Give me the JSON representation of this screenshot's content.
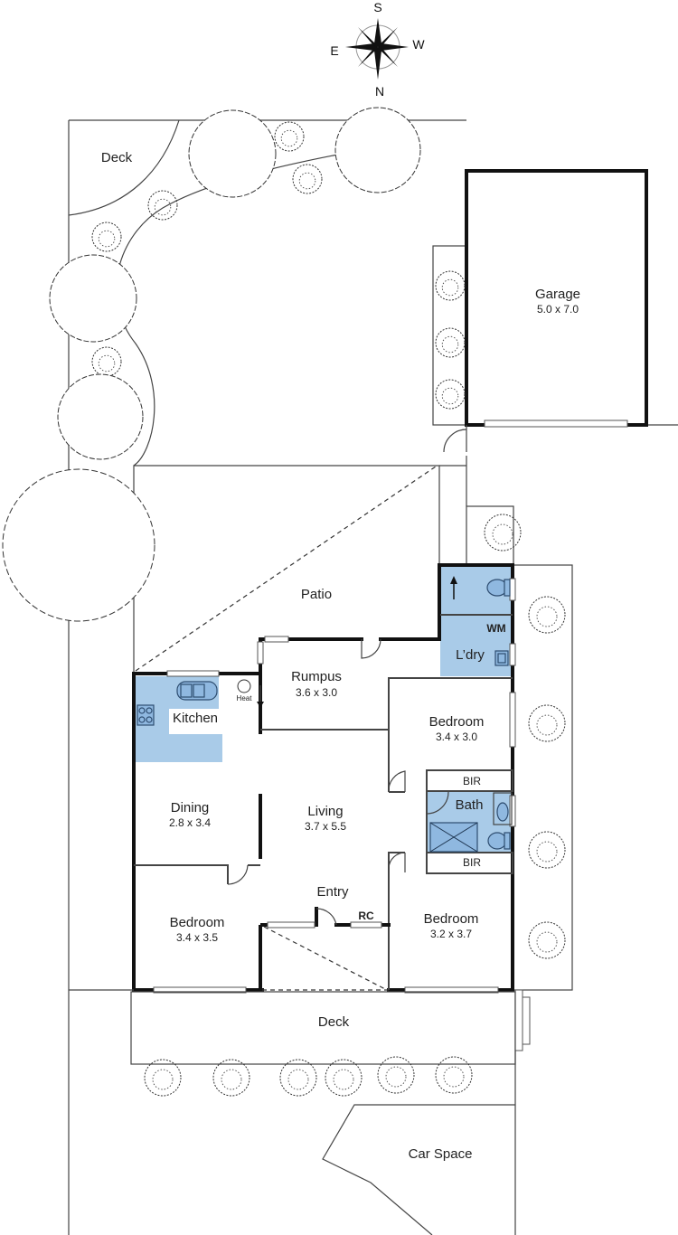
{
  "compass": {
    "top": "S",
    "left": "E",
    "right": "W",
    "bottom": "N"
  },
  "rooms": {
    "deck_rear": {
      "name": "Deck"
    },
    "garage": {
      "name": "Garage",
      "dims": "5.0 x 7.0"
    },
    "patio": {
      "name": "Patio"
    },
    "laundry": {
      "name": "L’dry",
      "wm": "WM"
    },
    "rumpus": {
      "name": "Rumpus",
      "dims": "3.6 x 3.0"
    },
    "kitchen": {
      "name": "Kitchen",
      "heat": "Heat"
    },
    "bedroom_1": {
      "name": "Bedroom",
      "dims": "3.4 x 3.0"
    },
    "bir_1": {
      "name": "BIR"
    },
    "bath": {
      "name": "Bath"
    },
    "bir_2": {
      "name": "BIR"
    },
    "dining": {
      "name": "Dining",
      "dims": "2.8 x 3.4"
    },
    "living": {
      "name": "Living",
      "dims": "3.7 x 5.5"
    },
    "entry": {
      "name": "Entry",
      "rc": "RC"
    },
    "bedroom_2": {
      "name": "Bedroom",
      "dims": "3.4 x 3.5"
    },
    "bedroom_3": {
      "name": "Bedroom",
      "dims": "3.2 x 3.7"
    },
    "deck_front": {
      "name": "Deck"
    },
    "car_space": {
      "name": "Car Space"
    }
  },
  "colors": {
    "wet_area": "#a9cbe8",
    "fixture": "#8fb8e0",
    "wall": "#111111"
  }
}
